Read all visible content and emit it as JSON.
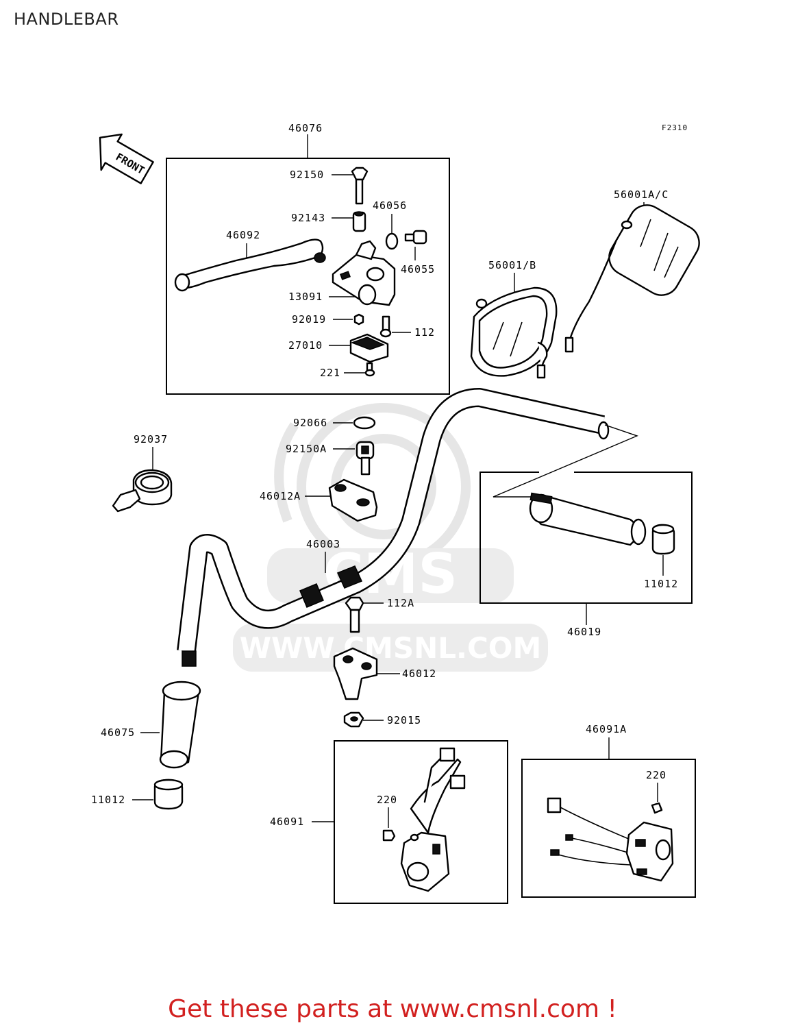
{
  "title": "HANDLEBAR",
  "figure_code": "F2310",
  "front_arrow_label": "FRONT",
  "watermark_text": "WWW.CMSNL.COM",
  "watermark_logo": "CMS",
  "promo": "Get these parts at www.cmsnl.com !",
  "colors": {
    "promo": "#d2201f",
    "watermark": "#e6e6e6"
  },
  "callouts": {
    "p46076": "46076",
    "p92150": "92150",
    "p92143": "92143",
    "p46056": "46056",
    "p46092": "46092",
    "p46055": "46055",
    "p13091": "13091",
    "p92019": "92019",
    "p112": "112",
    "p27010": "27010",
    "p221": "221",
    "p56001ac": "56001A/C",
    "p56001b": "56001/B",
    "p92037": "92037",
    "p92066": "92066",
    "p92150a": "92150A",
    "p46012a": "46012A",
    "p46003": "46003",
    "p11012r": "11012",
    "p46019": "46019",
    "p112a": "112A",
    "p46012": "46012",
    "p92015": "92015",
    "p46075": "46075",
    "p11012l": "11012",
    "p46091a": "46091A",
    "p220r": "220",
    "p220l": "220",
    "p46091": "46091"
  }
}
